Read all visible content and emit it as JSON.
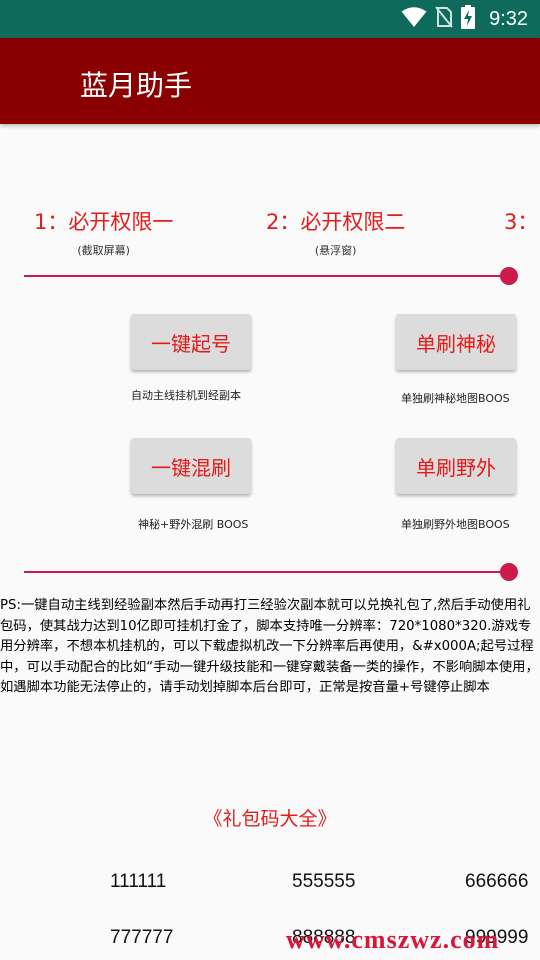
{
  "status_bar": {
    "time": "9:32"
  },
  "app_bar": {
    "title": "蓝月助手"
  },
  "steps": [
    {
      "title": "1：必开权限一",
      "subtitle": "(截取屏幕)"
    },
    {
      "title": "2：必开权限二",
      "subtitle": "(悬浮窗)"
    },
    {
      "title": "3："
    }
  ],
  "sliders": [
    {
      "value": 1.0
    },
    {
      "value": 1.0
    }
  ],
  "buttons": [
    {
      "label": "一键起号",
      "desc": "自动主线挂机到经副本"
    },
    {
      "label": "单刷神秘",
      "desc": "单独刷神秘地图BOOS"
    },
    {
      "label": "一键混刷",
      "desc": "神秘+野外混刷 BOOS"
    },
    {
      "label": "单刷野外",
      "desc": "单独刷野外地图BOOS"
    }
  ],
  "ps_text": "PS:一键自动主线到经验副本然后手动再打三经验次副本就可以兑换礼包了,然后手动使用礼包码，使其战力达到10亿即可挂机打金了，脚本支持唯一分辨率：720*1080*320.游戏专用分辨率，不想本机挂机的，可以下载虚拟机改一下分辨率后再使用，&#x000A;起号过程中，可以手动配合的比如“手动一键升级技能和一键穿戴装备一类的操作，不影响脚本使用，如遇脚本功能无法停止的，请手动划掉脚本后台即可，正常是按音量+号键停止脚本",
  "gift_codes": {
    "title": "《礼包码大全》",
    "row1": [
      "111111",
      "555555",
      "666666"
    ],
    "row2": [
      "777777",
      "888888",
      "999999"
    ]
  },
  "watermark": "www.cmszwz.com"
}
